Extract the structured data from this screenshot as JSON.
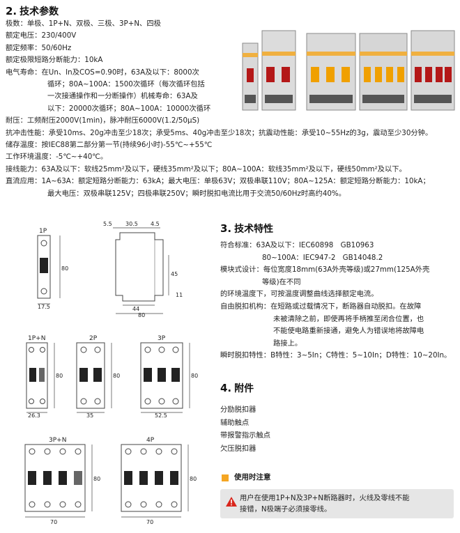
{
  "section2": {
    "number": "2.",
    "title": "技术参数",
    "lines": [
      {
        "label": "极数：",
        "text": "单极、1P+N、双极、三极、3P+N、四极"
      },
      {
        "label": "额定电压：",
        "text": "230/400V"
      },
      {
        "label": "额定频率：",
        "text": "50/60Hz"
      },
      {
        "label": "额定极限短路分断能力：",
        "text": "10kA"
      },
      {
        "label": "电气寿命：",
        "text": "在Un、In及COS=0.90时，63A及以下：8000次"
      },
      {
        "label": "",
        "text": "循环；80A~100A：1500次循环（每次循环包括"
      },
      {
        "label": "",
        "text": "一次接通操作和一分断操作）机械寿命：63A及"
      },
      {
        "label": "",
        "text": "以下：20000次循环；80A~100A：10000次循环"
      },
      {
        "label": "耐压：",
        "text": "工频耐压2000V(1min)，脉冲耐压6000V(1.2/50μS)"
      },
      {
        "label": "抗冲击性能：",
        "text": "承受10ms、20g冲击至少18次；承受5ms、40g冲击至少18次；抗震动性能：承受10~55Hz的3g，震动至少30分钟。"
      },
      {
        "label": "储存温度：",
        "text": "按IEC88第二部分第一节(持续96小时)-55℃~+55℃"
      },
      {
        "label": "工作环境温度：",
        "text": "-5℃~+40℃。"
      },
      {
        "label": "接线能力：",
        "text": "63A及以下：软线25mm²及以下，硬线35mm²及以下；80A~100A：软线35mm²及以下，硬线50mm²及以下。"
      },
      {
        "label": "直流应用：",
        "text": "1A~63A：额定短路分断能力：63kA；最大电压：单极63V；双极串联110V；80A~125A：额定短路分断能力：10kA；"
      },
      {
        "label": "",
        "text": "最大电压：双极串联125V；四极串联250V；瞬时脱扣电流比用于交流50/60Hz时高约40%。"
      }
    ]
  },
  "section3": {
    "number": "3.",
    "title": "技术特性",
    "lines": [
      {
        "label": "符合标准：",
        "text": "63A及以下：IEC60898　GB10963"
      },
      {
        "label": "",
        "text": "80~100A：IEC947-2　GB14048.2"
      },
      {
        "label": "模块式设计：",
        "text": "每位宽度18mm(63A外壳等级)或27mm(125A外壳"
      },
      {
        "label": "",
        "text": "等级)在不同"
      },
      {
        "label": "",
        "text": "的环境温度下，可按温度调整曲线选择额定电流。"
      },
      {
        "label": "自由脱扣机构：",
        "text": "在短路或过载情况下，断路器自动脱扣。在故障"
      },
      {
        "label": "",
        "text": "未被清除之前，即使再将手柄推至闭合位置，也"
      },
      {
        "label": "",
        "text": "不能使电路重新接通，避免人为错误地将故障电"
      },
      {
        "label": "",
        "text": "路接上。"
      },
      {
        "label": "瞬时脱扣特性：",
        "text": "B特性：3~5In；C特性：5~10In；D特性：10~20In。"
      }
    ]
  },
  "section4": {
    "number": "4.",
    "title": "附件",
    "items": [
      "分励脱扣器",
      "辅助触点",
      "带报警指示触点",
      "欠压脱扣器"
    ]
  },
  "usage": {
    "title": "使用时注意",
    "notice_line1": "用户在使用1P+N及3P+N断路器时，火线及零线不能",
    "notice_line2": "接错，N极端子必须接零线。"
  },
  "drawings": {
    "single": {
      "label": "1P",
      "height": "80",
      "width": "17.5"
    },
    "side": {
      "d1": "5.5",
      "d2": "30.5",
      "d3": "4.5",
      "d4": "45",
      "d5": "44",
      "d6": "11",
      "d7": "80"
    },
    "p1n": {
      "label": "1P+N",
      "height": "80",
      "width": "26.3"
    },
    "p2": {
      "label": "2P",
      "height": "80",
      "width": "35"
    },
    "p3": {
      "label": "3P",
      "height": "80",
      "width": "52.5"
    },
    "p3n": {
      "label": "3P+N",
      "height": "80",
      "width": "70"
    },
    "p4": {
      "label": "4P",
      "height": "80",
      "width": "70"
    }
  },
  "colors": {
    "accent": "#f5a623",
    "notice_bg": "#e6e6e6",
    "warn": "#d9261c"
  }
}
